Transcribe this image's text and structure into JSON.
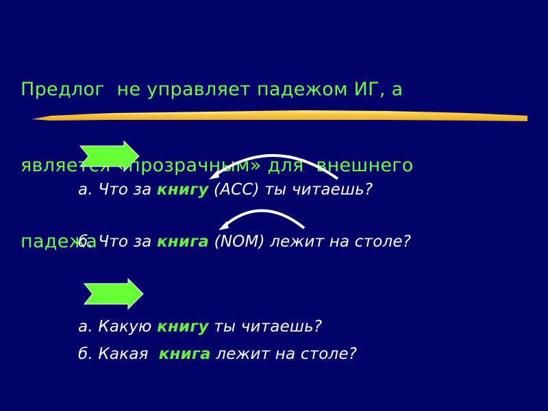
{
  "slide": {
    "background_color": "#000066",
    "title": {
      "lines": [
        "Предлог  не управляет падежом ИГ, а",
        "является «прозрачным» для  внешнего",
        "падежа"
      ],
      "color": "#66ff44"
    },
    "decoration": {
      "brush_stroke_color": "#f5c842"
    },
    "section1": {
      "arrow_icon": "green-right-arrow",
      "examples": [
        {
          "prefix": "а. Что за ",
          "keyword": "книгу",
          "suffix": " (ACC) ты читаешь?"
        },
        {
          "prefix": "б. Что за ",
          "keyword": "книга",
          "suffix": " (NOM) лежит на столе?"
        }
      ]
    },
    "section2": {
      "arrow_icon": "green-right-arrow",
      "examples": [
        {
          "prefix": "а. Какую ",
          "keyword": "книгу",
          "suffix": " ты читаешь?"
        },
        {
          "prefix": "б. Какая  ",
          "keyword": "книга",
          "suffix": " лежит на столе?"
        }
      ]
    },
    "colors": {
      "text": "#ffffff",
      "keyword": "#66ee44",
      "arrow_fill": "#66ff33"
    }
  }
}
